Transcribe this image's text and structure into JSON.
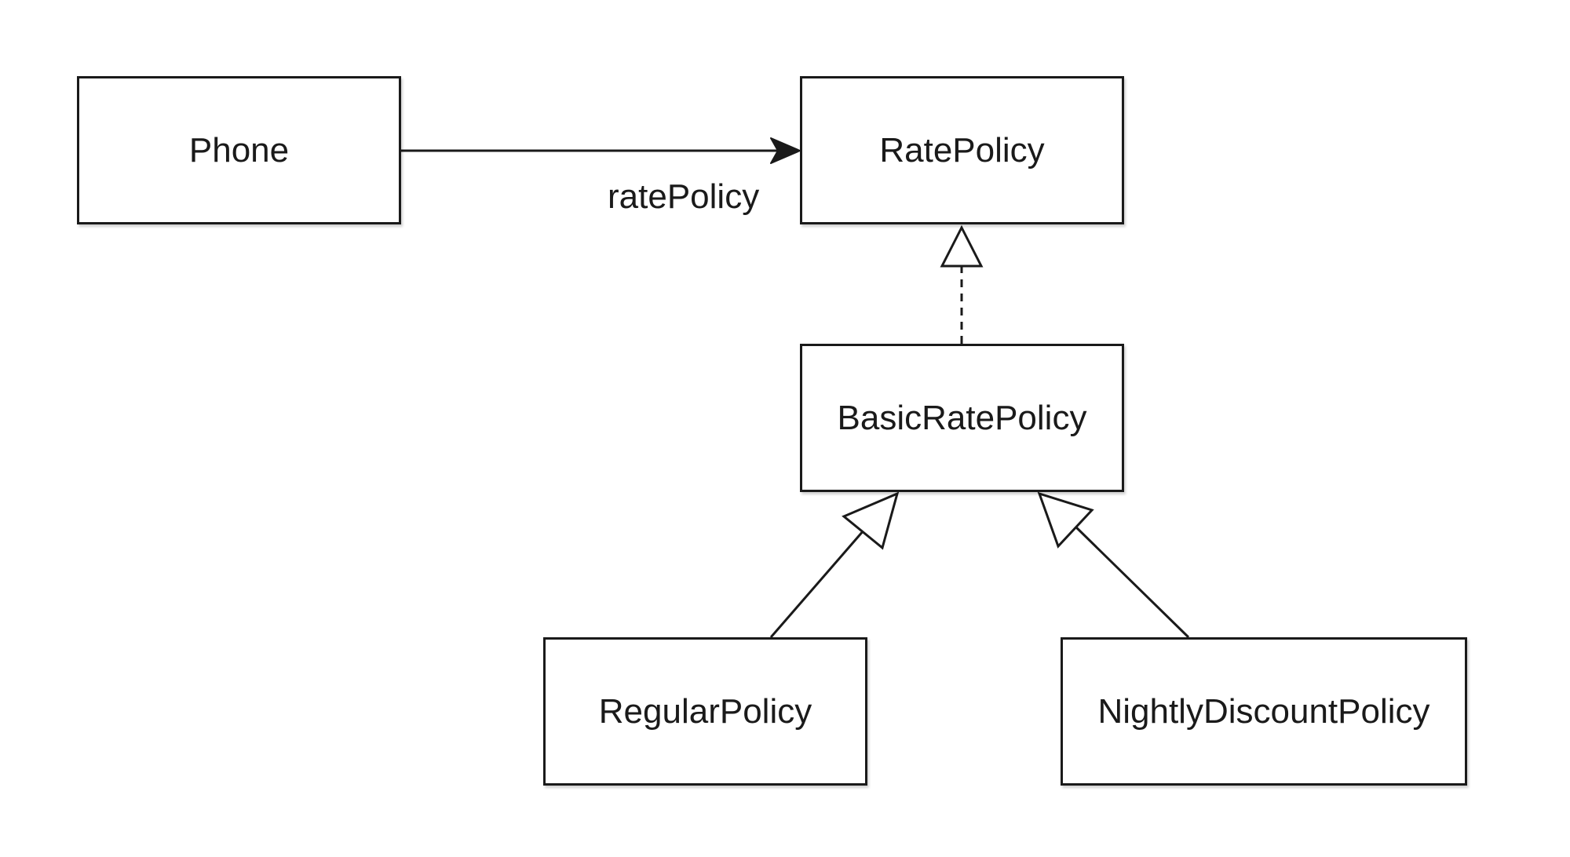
{
  "nodes": {
    "phone": "Phone",
    "rate_policy": "RatePolicy",
    "basic_rate_policy": "BasicRatePolicy",
    "regular_policy": "RegularPolicy",
    "nightly_discount_policy": "NightlyDiscountPolicy"
  },
  "edges": {
    "phone_to_rate_policy": {
      "label": "ratePolicy",
      "type": "association-arrow"
    },
    "basic_to_rate_policy": {
      "type": "realization"
    },
    "regular_to_basic": {
      "type": "generalization"
    },
    "nightly_to_basic": {
      "type": "generalization"
    }
  },
  "colors": {
    "stroke": "#1a1a1a",
    "background": "#ffffff"
  }
}
